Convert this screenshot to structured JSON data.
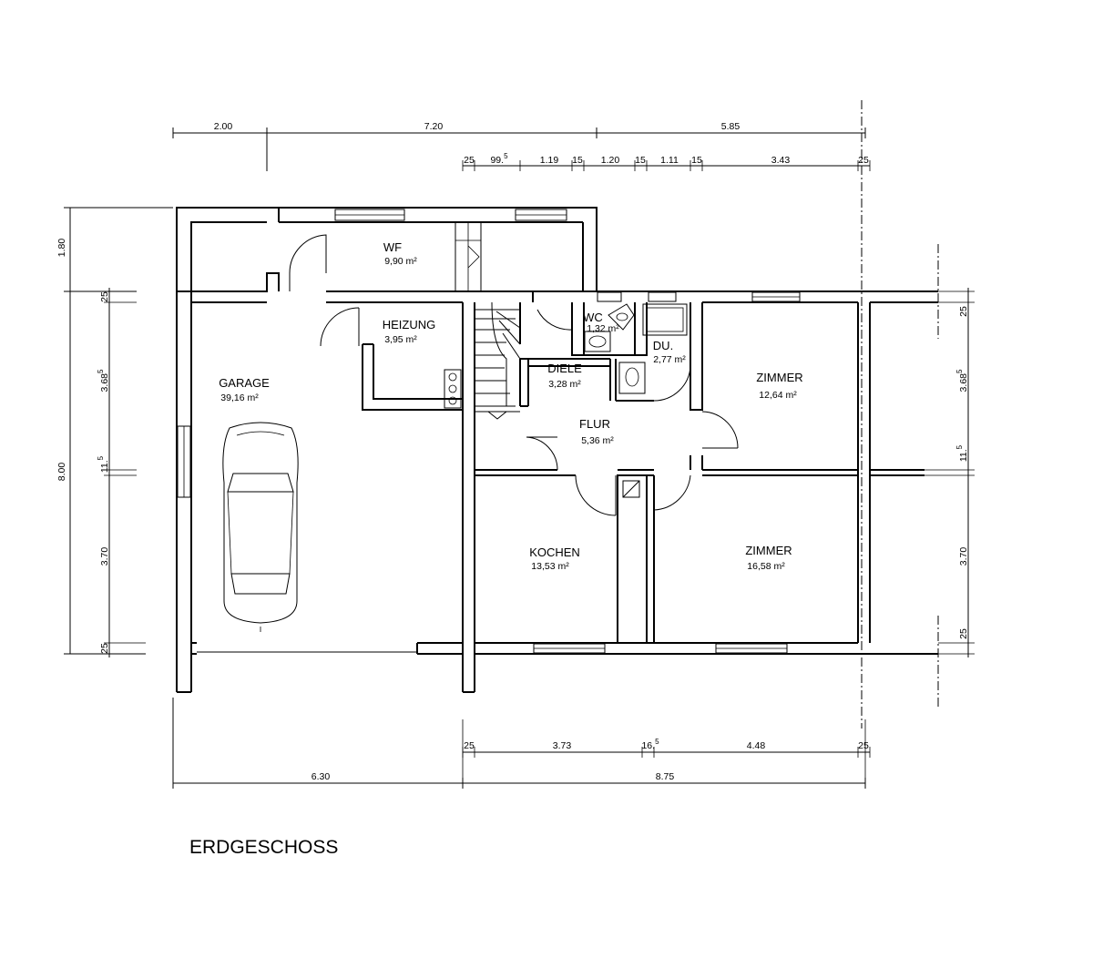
{
  "title": "ERDGESCHOSS",
  "rooms": {
    "wf": {
      "name": "WF",
      "area": "9,90 m²"
    },
    "heizung": {
      "name": "HEIZUNG",
      "area": "3,95 m²"
    },
    "garage": {
      "name": "GARAGE",
      "area": "39,16 m²"
    },
    "wc": {
      "name": "WC",
      "area": "1,32 m²"
    },
    "du": {
      "name": "DU.",
      "area": "2,77 m²"
    },
    "diele": {
      "name": "DIELE",
      "area": "3,28 m²"
    },
    "flur": {
      "name": "FLUR",
      "area": "5,36 m²"
    },
    "zimmer1": {
      "name": "ZIMMER",
      "area": "12,64 m²"
    },
    "zimmer2": {
      "name": "ZIMMER",
      "area": "16,58 m²"
    },
    "kochen": {
      "name": "KOCHEN",
      "area": "13,53 m²"
    }
  },
  "dims": {
    "top1": [
      "2.00",
      "7.20",
      "5.85"
    ],
    "top2": [
      {
        "base": "25",
        "sup": ""
      },
      {
        "base": "99.",
        "sup": "5"
      },
      {
        "base": "1.19",
        "sup": ""
      },
      {
        "base": "15",
        "sup": ""
      },
      {
        "base": "1.20",
        "sup": ""
      },
      {
        "base": "15",
        "sup": ""
      },
      {
        "base": "1.11",
        "sup": ""
      },
      {
        "base": "15",
        "sup": ""
      },
      {
        "base": "3.43",
        "sup": ""
      },
      {
        "base": "25",
        "sup": ""
      }
    ],
    "bottom1": [
      {
        "base": "25",
        "sup": ""
      },
      {
        "base": "3.73",
        "sup": ""
      },
      {
        "base": "16.",
        "sup": "5"
      },
      {
        "base": "4.48",
        "sup": ""
      },
      {
        "base": "25",
        "sup": ""
      }
    ],
    "bottom2": [
      "6.30",
      "8.75"
    ],
    "left_outer": [
      "1.80",
      "8.00"
    ],
    "left_inner": [
      {
        "base": "25",
        "sup": ""
      },
      {
        "base": "3.68",
        "sup": "5"
      },
      {
        "base": "11.",
        "sup": "5"
      },
      {
        "base": "3.70",
        "sup": ""
      },
      {
        "base": "25",
        "sup": ""
      }
    ],
    "right_inner": [
      {
        "base": "25",
        "sup": ""
      },
      {
        "base": "3.68",
        "sup": "5"
      },
      {
        "base": "11.",
        "sup": "5"
      },
      {
        "base": "3.70",
        "sup": ""
      },
      {
        "base": "25",
        "sup": ""
      }
    ]
  }
}
